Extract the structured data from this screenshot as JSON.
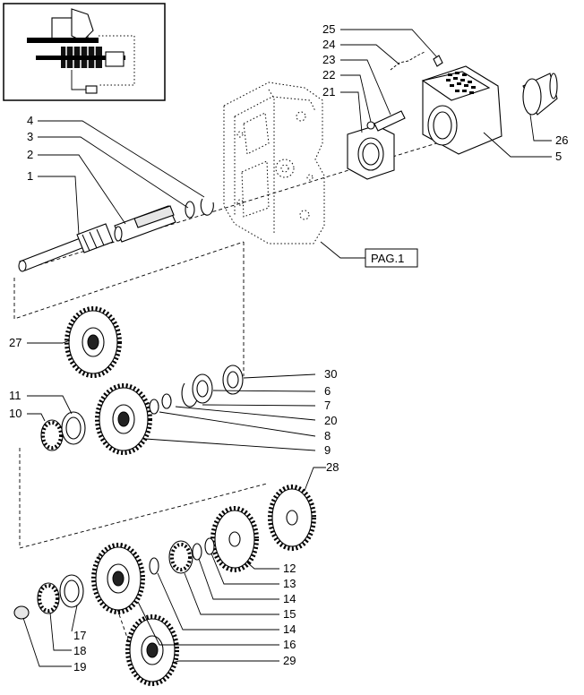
{
  "reference_box": {
    "label": "PAG.1"
  },
  "callouts": [
    {
      "id": "c1",
      "text": "1"
    },
    {
      "id": "c2",
      "text": "2"
    },
    {
      "id": "c3",
      "text": "3"
    },
    {
      "id": "c4",
      "text": "4"
    },
    {
      "id": "c5",
      "text": "5"
    },
    {
      "id": "c6",
      "text": "6"
    },
    {
      "id": "c7",
      "text": "7"
    },
    {
      "id": "c8",
      "text": "8"
    },
    {
      "id": "c9",
      "text": "9"
    },
    {
      "id": "c10",
      "text": "10"
    },
    {
      "id": "c11",
      "text": "11"
    },
    {
      "id": "c12",
      "text": "12"
    },
    {
      "id": "c13",
      "text": "13"
    },
    {
      "id": "c14a",
      "text": "14"
    },
    {
      "id": "c14b",
      "text": "14"
    },
    {
      "id": "c15",
      "text": "15"
    },
    {
      "id": "c16",
      "text": "16"
    },
    {
      "id": "c17",
      "text": "17"
    },
    {
      "id": "c18",
      "text": "18"
    },
    {
      "id": "c19",
      "text": "19"
    },
    {
      "id": "c20",
      "text": "20"
    },
    {
      "id": "c21",
      "text": "21"
    },
    {
      "id": "c22",
      "text": "22"
    },
    {
      "id": "c23",
      "text": "23"
    },
    {
      "id": "c24",
      "text": "24"
    },
    {
      "id": "c25",
      "text": "25"
    },
    {
      "id": "c26",
      "text": "26"
    },
    {
      "id": "c27",
      "text": "27"
    },
    {
      "id": "c28",
      "text": "28"
    },
    {
      "id": "c29",
      "text": "29"
    },
    {
      "id": "c30",
      "text": "30"
    }
  ]
}
